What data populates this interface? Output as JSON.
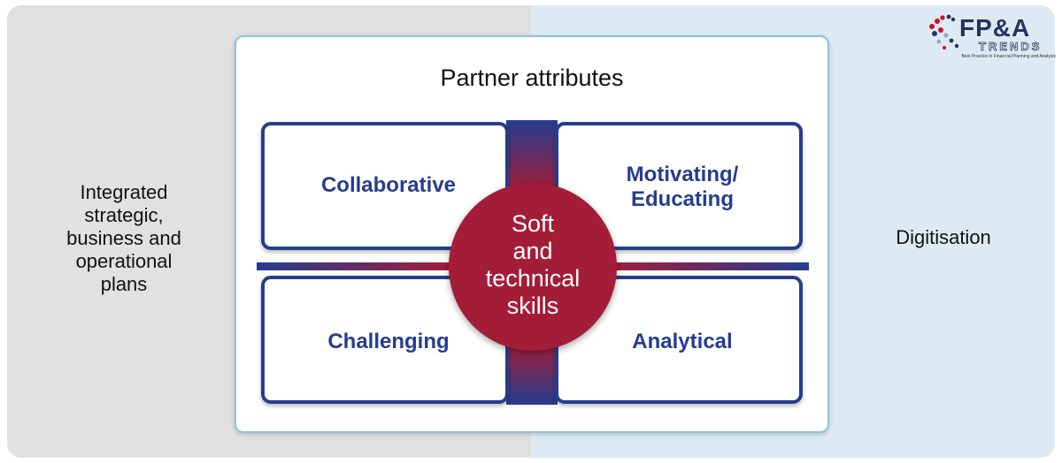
{
  "left_panel": {
    "lines": [
      "Integrated",
      "strategic,",
      "business and",
      "operational",
      "plans"
    ]
  },
  "right_panel": {
    "label": "Digitisation"
  },
  "card": {
    "title": "Partner attributes"
  },
  "quadrants": {
    "top_left": {
      "lines": [
        "Collaborative"
      ]
    },
    "top_right": {
      "lines": [
        "Motivating/",
        "Educating"
      ]
    },
    "bottom_left": {
      "lines": [
        "Challenging"
      ]
    },
    "bottom_right": {
      "lines": [
        "Analytical"
      ]
    }
  },
  "center": {
    "lines": [
      "Soft",
      "and",
      "technical",
      "skills"
    ]
  },
  "logo": {
    "main": "FP&A",
    "sub": "TRENDS",
    "tagline": "Best Practice in Financial Planning and Analysis"
  },
  "colors": {
    "left_bg": "#e1e1e1",
    "right_bg": "#ddeaf3",
    "quad_border": "#253d8e",
    "center_fill": "#a41d38",
    "card_border": "#8cc2e3"
  }
}
